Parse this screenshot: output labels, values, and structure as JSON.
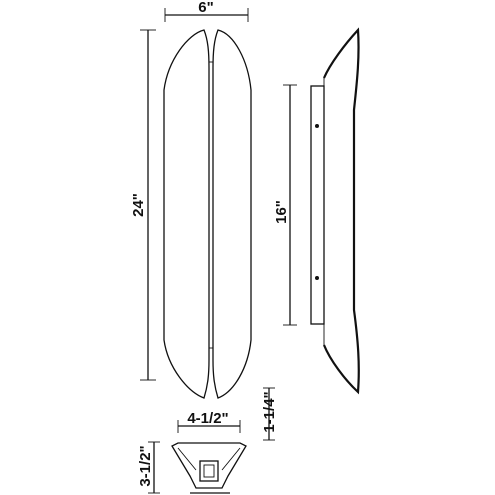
{
  "dimensions": {
    "width_top": "6\"",
    "overall_height": "24\"",
    "mount_height": "16\"",
    "bottom_width": "4-1/2\"",
    "projection": "1-1/4\"",
    "bottom_depth": "3-1/2\""
  }
}
